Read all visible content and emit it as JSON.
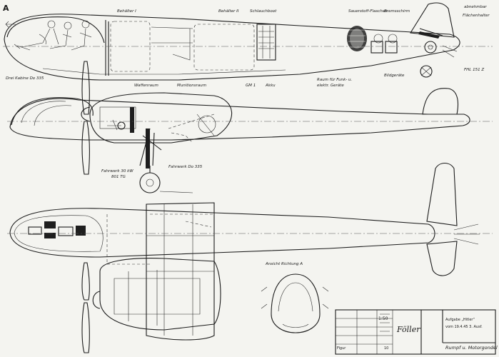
{
  "labels": {
    "view_a": "A",
    "tank1": "Behälter I",
    "tank2": "Behälter II",
    "dinghy": "Schlauchboot",
    "oxygen": "Sauerstoff-Flaschen",
    "flares": "Bremsschirm",
    "rudder_note": "abnehmbar",
    "hinge_note": "Flächenhalter",
    "rear_gun": "FHL 151 Z",
    "weapons_bay": "Waffenraum",
    "ammo_bay": "Munitionsraum",
    "gm1": "GM 1",
    "battery": "Akku",
    "radio_room": "Raum für Funk- u.",
    "radio_room2": "elektr. Geräte",
    "camera": "Bildgeräte",
    "cabin_ref": "Drei Kabine Do 335",
    "nose_gear": "Fahrwerk Do 335",
    "main_gear": "Fahrwerk 30 kW",
    "main_gear2": "801 TG",
    "view_a_caption": "Ansicht Richtung A"
  },
  "title_block": {
    "scale": "1:50",
    "signature": "Föller",
    "subject1": "Aufgabe „Hitler“",
    "subject2": "vom 19.4.45  3. Ausf.",
    "part": "Rumpf u. Motorgondel",
    "sheet_label": "Figur",
    "sheet_no": "10"
  }
}
